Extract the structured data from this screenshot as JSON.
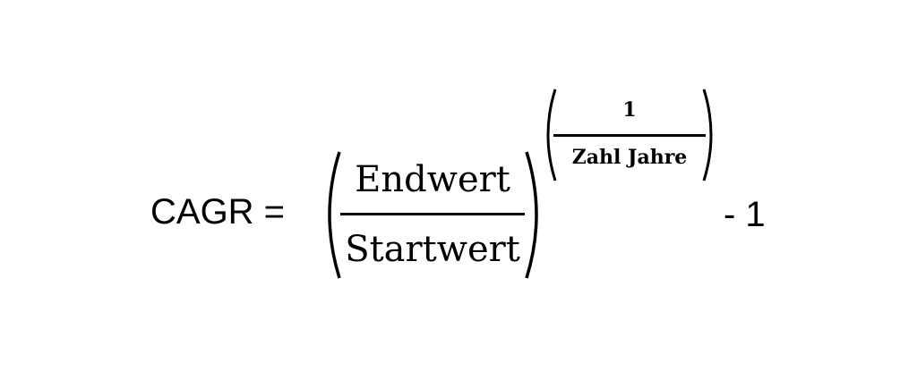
{
  "formula": {
    "lhs": "CAGR =",
    "numerator": "Endwert",
    "denominator": "Startwert",
    "exponent_numerator": "1",
    "exponent_denominator": "Zahl Jahre",
    "tail": "- 1"
  }
}
